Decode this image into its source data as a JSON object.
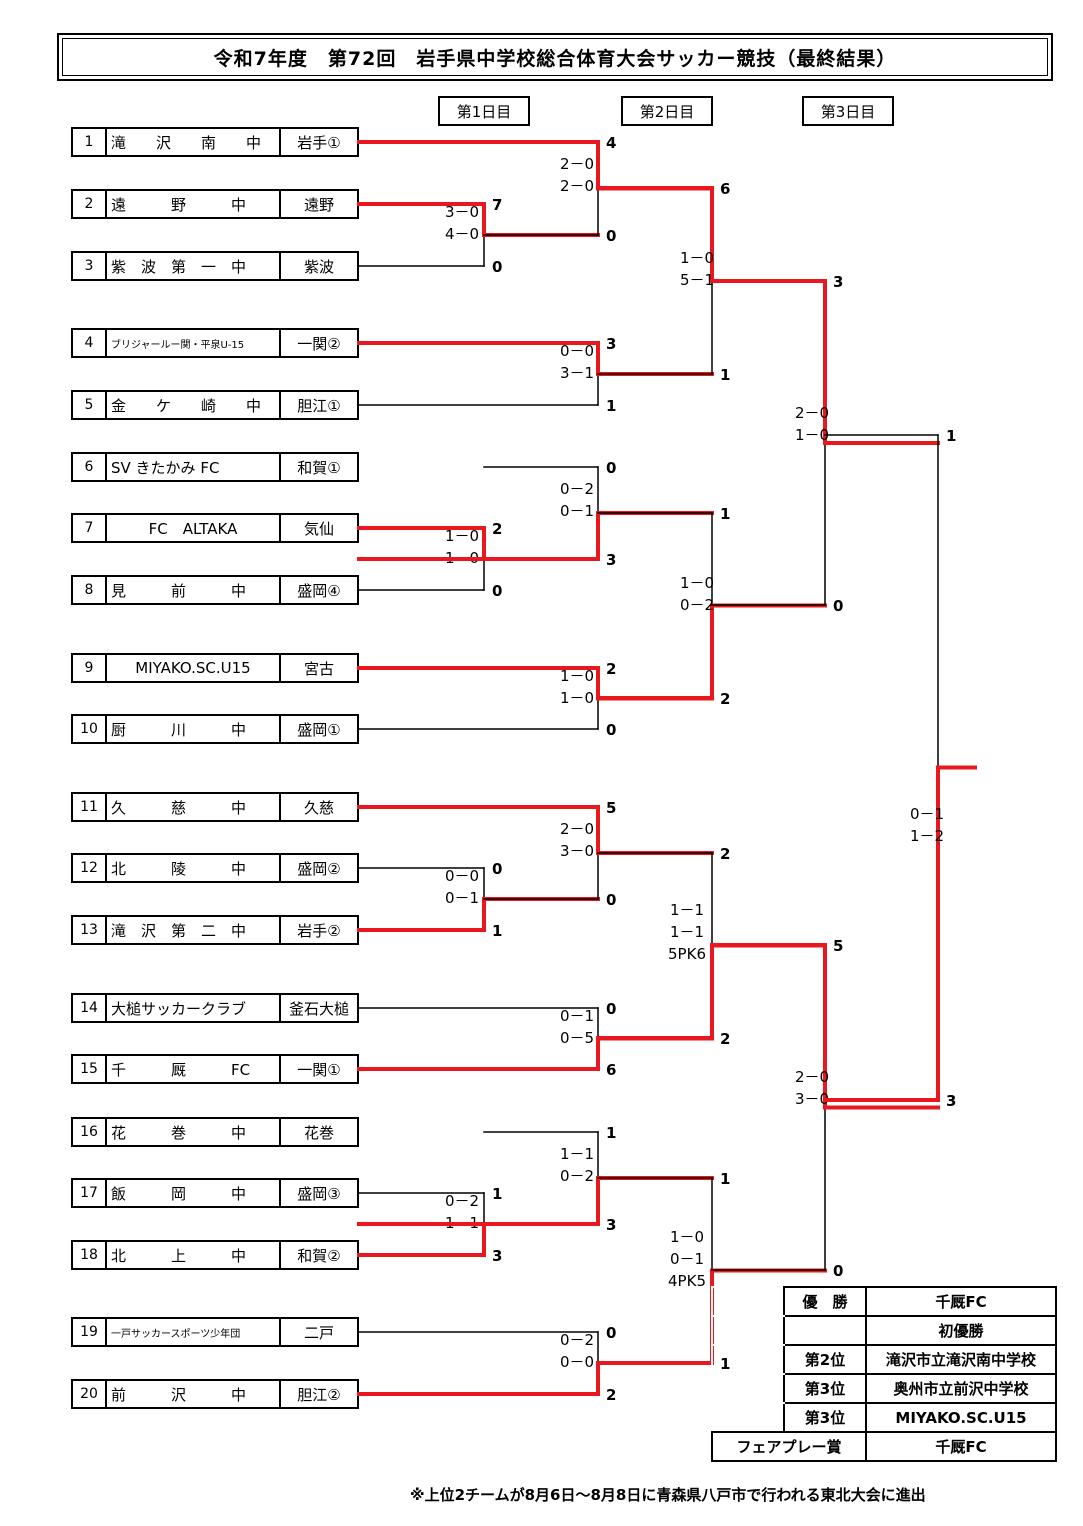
{
  "title": "令和7年度　第72回　岩手県中学校総合体育大会サッカー競技（最終結果）",
  "days": [
    "第1日目",
    "第2日目",
    "第3日目"
  ],
  "teams": [
    {
      "no": "1",
      "name": "滝　　沢　　南　　中",
      "region": "岩手①"
    },
    {
      "no": "2",
      "name": "遠　　　野　　　中",
      "region": "遠野"
    },
    {
      "no": "3",
      "name": "紫　波　第　一　中",
      "region": "紫波"
    },
    {
      "no": "4",
      "name": "ブリジャールー関・平泉U-15",
      "region": "一関②"
    },
    {
      "no": "5",
      "name": "金　　ケ　　崎　　中",
      "region": "胆江①"
    },
    {
      "no": "6",
      "name": "SV きたかみ FC",
      "region": "和賀①"
    },
    {
      "no": "7",
      "name": "FC　ALTAKA",
      "region": "気仙"
    },
    {
      "no": "8",
      "name": "見　　　前　　　中",
      "region": "盛岡④"
    },
    {
      "no": "9",
      "name": "MIYAKO.SC.U15",
      "region": "宮古"
    },
    {
      "no": "10",
      "name": "厨　　　川　　　中",
      "region": "盛岡①"
    },
    {
      "no": "11",
      "name": "久　　　慈　　　中",
      "region": "久慈"
    },
    {
      "no": "12",
      "name": "北　　　陵　　　中",
      "region": "盛岡②"
    },
    {
      "no": "13",
      "name": "滝　沢　第　二　中",
      "region": "岩手②"
    },
    {
      "no": "14",
      "name": "大槌サッカークラブ",
      "region": "釜石大槌"
    },
    {
      "no": "15",
      "name": "千　　　厩　　　FC",
      "region": "一関①"
    },
    {
      "no": "16",
      "name": "花　　　巻　　　中",
      "region": "花巻"
    },
    {
      "no": "17",
      "name": "飯　　　岡　　　中",
      "region": "盛岡③"
    },
    {
      "no": "18",
      "name": "北　　　上　　　中",
      "region": "和賀②"
    },
    {
      "no": "19",
      "name": "一戸サッカースポーツ少年団",
      "region": "二戸"
    },
    {
      "no": "20",
      "name": "前　　　沢　　　中",
      "region": "胆江②"
    }
  ],
  "matches": [
    {
      "id": "r1a",
      "team_scores": [
        "7",
        "0"
      ],
      "half_scores": [
        "3－0",
        "4－0"
      ],
      "winner": "top"
    },
    {
      "id": "r1b",
      "team_scores": [
        "2",
        "0"
      ],
      "half_scores": [
        "1－0",
        "1－0"
      ],
      "winner": "top"
    },
    {
      "id": "r1c",
      "team_scores": [
        "0",
        "1"
      ],
      "half_scores": [
        "0－0",
        "0－1"
      ],
      "winner": "bottom"
    },
    {
      "id": "r1d",
      "team_scores": [
        "1",
        "3"
      ],
      "half_scores": [
        "0－2",
        "1－1"
      ],
      "winner": "bottom"
    },
    {
      "id": "r2a",
      "team_scores": [
        "4",
        "0"
      ],
      "half_scores": [
        "2－0",
        "2－0"
      ],
      "winner": "top"
    },
    {
      "id": "r2b",
      "team_scores": [
        "3",
        "1"
      ],
      "half_scores": [
        "0－0",
        "3－1"
      ],
      "winner": "top"
    },
    {
      "id": "r2c",
      "team_scores": [
        "0",
        "3"
      ],
      "half_scores": [
        "0－2",
        "0－1"
      ],
      "winner": "bottom"
    },
    {
      "id": "r2d",
      "team_scores": [
        "2",
        "0"
      ],
      "half_scores": [
        "1－0",
        "1－0"
      ],
      "winner": "top"
    },
    {
      "id": "r2e",
      "team_scores": [
        "5",
        "0"
      ],
      "half_scores": [
        "2－0",
        "3－0"
      ],
      "winner": "top"
    },
    {
      "id": "r2f",
      "team_scores": [
        "0",
        "6"
      ],
      "half_scores": [
        "0－1",
        "0－5"
      ],
      "winner": "bottom"
    },
    {
      "id": "r2g",
      "team_scores": [
        "1",
        "3"
      ],
      "half_scores": [
        "1－1",
        "0－2"
      ],
      "winner": "bottom"
    },
    {
      "id": "r2h",
      "team_scores": [
        "0",
        "2"
      ],
      "half_scores": [
        "0－2",
        "0－0"
      ],
      "winner": "bottom"
    },
    {
      "id": "qfa",
      "team_scores": [
        "6",
        "1"
      ],
      "half_scores": [
        "1－0",
        "5－1"
      ],
      "winner": "top"
    },
    {
      "id": "qfb",
      "team_scores": [
        "1",
        "2"
      ],
      "half_scores": [
        "1－0",
        "0－2"
      ],
      "winner": "bottom"
    },
    {
      "id": "qfc",
      "team_scores": [
        "2",
        "2"
      ],
      "half_scores": [
        "1－1",
        "1－1",
        "5PK6"
      ],
      "winner": "bottom"
    },
    {
      "id": "qfd",
      "team_scores": [
        "1",
        "1"
      ],
      "half_scores": [
        "1－0",
        "0－1",
        "4PK5"
      ],
      "winner": "bottom"
    },
    {
      "id": "sfa",
      "team_scores": [
        "3",
        "0"
      ],
      "half_scores": [
        "2－0",
        "1－0"
      ],
      "winner": "top"
    },
    {
      "id": "sfb",
      "team_scores": [
        "5",
        "0"
      ],
      "half_scores": [
        "2－0",
        "3－0"
      ],
      "winner": "top"
    },
    {
      "id": "final",
      "team_scores": [
        "1",
        "3"
      ],
      "half_scores": [
        "0－1",
        "1－2"
      ],
      "winner": "bottom"
    }
  ],
  "results": {
    "rows": [
      {
        "label": "優　勝",
        "value": "千厩FC"
      },
      {
        "label": "",
        "value": "初優勝"
      },
      {
        "label": "第2位",
        "value": "滝沢市立滝沢南中学校"
      },
      {
        "label": "第3位",
        "value": "奥州市立前沢中学校"
      },
      {
        "label": "第3位",
        "value": "MIYAKO.SC.U15"
      },
      {
        "label": "フェアプレー賞",
        "value": "千厩FC"
      }
    ]
  },
  "note": "※上位2チームが8月6日～8月8日に青森県八戸市で行われる東北大会に進出",
  "colors": {
    "win_line": "#e8181e",
    "lose_line": "#000000"
  }
}
